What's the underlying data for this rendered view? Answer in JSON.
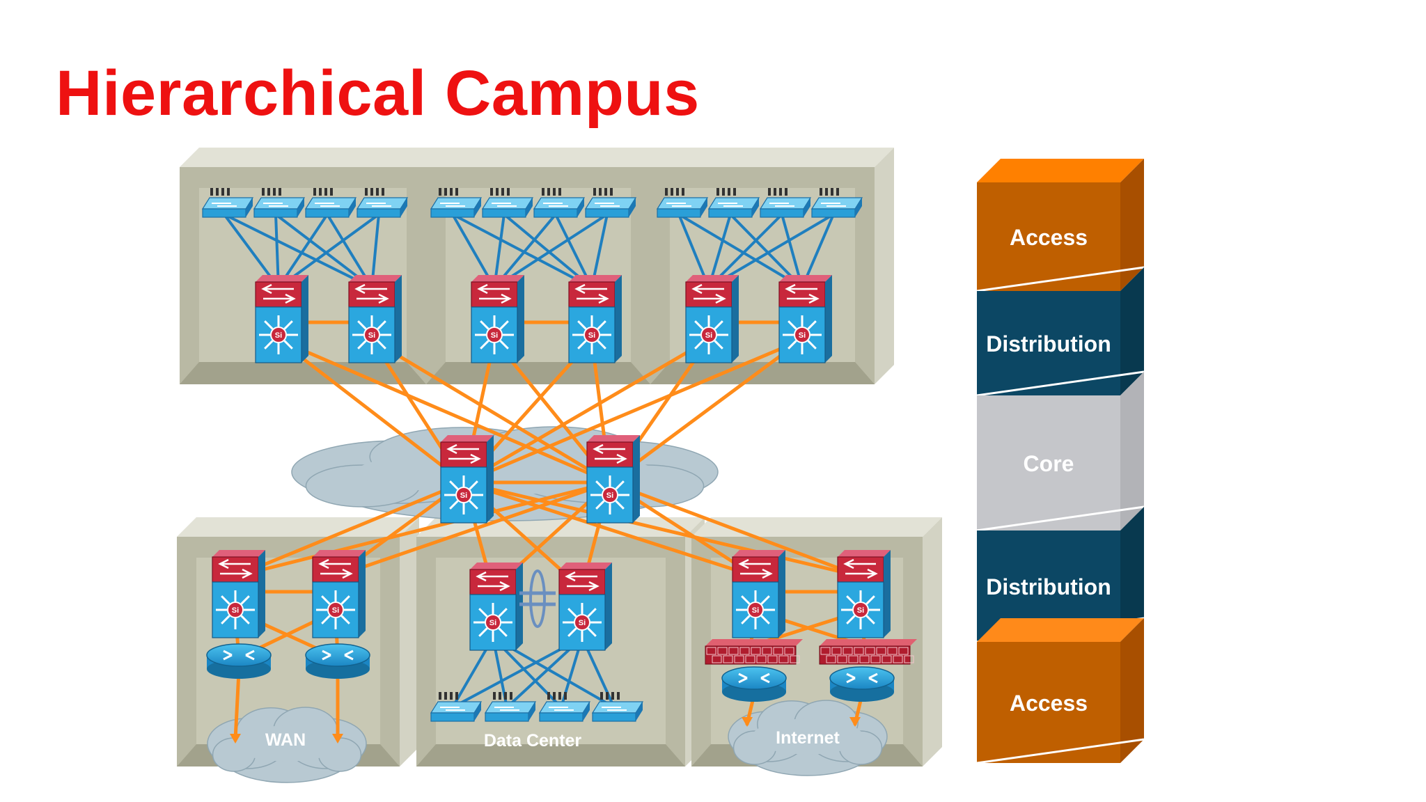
{
  "title": "Hierarchical Campus",
  "layers": [
    {
      "label": "Access",
      "color": "#bf5f00"
    },
    {
      "label": "Distribution",
      "color": "#0c4764"
    },
    {
      "label": "Core",
      "color": "#c5c6ca"
    },
    {
      "label": "Distribution",
      "color": "#0c4764"
    },
    {
      "label": "Access",
      "color": "#bf5f00"
    }
  ],
  "clouds": {
    "wan": "WAN",
    "data_center": "Data Center",
    "internet": "Internet"
  },
  "colors": {
    "uplink": "#ff8c1a",
    "access_link": "#1f7fbf",
    "building": "#c8c8b4",
    "switch": "#2ba7df",
    "switch_top": "#c8283c",
    "cloud": "#b8c9d2"
  },
  "icons": [
    "switch-icon",
    "layer3-switch-icon",
    "router-icon",
    "firewall-icon",
    "cloud-icon"
  ]
}
